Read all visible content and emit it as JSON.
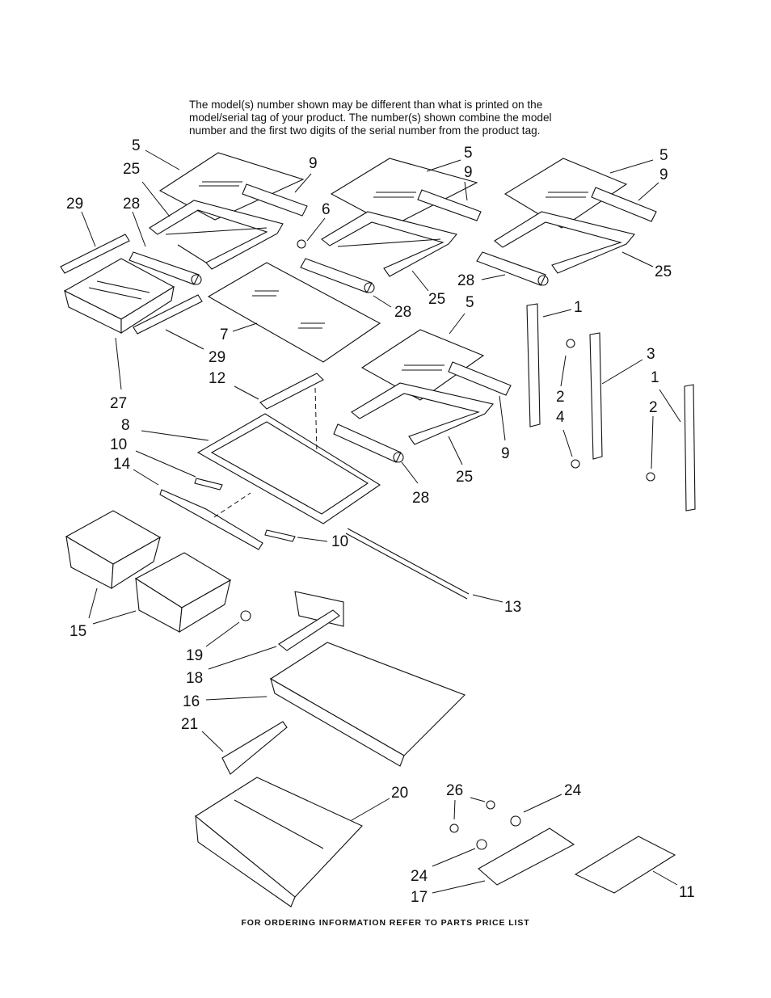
{
  "header_note": "The model(s) number shown may be different than what is printed on the\nmodel/serial tag of your product. The number(s) shown combine the model\nnumber and the first two digits of the serial number from the product tag.",
  "footer": "FOR ORDERING INFORMATION REFER TO PARTS PRICE LIST",
  "callouts": [
    {
      "id": "c5a",
      "label": "5"
    },
    {
      "id": "c25a",
      "label": "25"
    },
    {
      "id": "c29a",
      "label": "29"
    },
    {
      "id": "c28a",
      "label": "28"
    },
    {
      "id": "c9a",
      "label": "9"
    },
    {
      "id": "c6",
      "label": "6"
    },
    {
      "id": "c5b",
      "label": "5"
    },
    {
      "id": "c9b",
      "label": "9"
    },
    {
      "id": "c5c",
      "label": "5"
    },
    {
      "id": "c9c",
      "label": "9"
    },
    {
      "id": "c28b",
      "label": "28"
    },
    {
      "id": "c25b",
      "label": "25"
    },
    {
      "id": "c25c",
      "label": "25"
    },
    {
      "id": "c28c",
      "label": "28"
    },
    {
      "id": "c5d",
      "label": "5"
    },
    {
      "id": "c1a",
      "label": "1"
    },
    {
      "id": "c7",
      "label": "7"
    },
    {
      "id": "c29b",
      "label": "29"
    },
    {
      "id": "c3",
      "label": "3"
    },
    {
      "id": "c1b",
      "label": "1"
    },
    {
      "id": "c12",
      "label": "12"
    },
    {
      "id": "c27",
      "label": "27"
    },
    {
      "id": "c2a",
      "label": "2"
    },
    {
      "id": "c2b",
      "label": "2"
    },
    {
      "id": "c4",
      "label": "4"
    },
    {
      "id": "c8",
      "label": "8"
    },
    {
      "id": "c10a",
      "label": "10"
    },
    {
      "id": "c14",
      "label": "14"
    },
    {
      "id": "c9d",
      "label": "9"
    },
    {
      "id": "c25d",
      "label": "25"
    },
    {
      "id": "c28d",
      "label": "28"
    },
    {
      "id": "c10b",
      "label": "10"
    },
    {
      "id": "c13",
      "label": "13"
    },
    {
      "id": "c15",
      "label": "15"
    },
    {
      "id": "c19",
      "label": "19"
    },
    {
      "id": "c18",
      "label": "18"
    },
    {
      "id": "c16",
      "label": "16"
    },
    {
      "id": "c21",
      "label": "21"
    },
    {
      "id": "c20",
      "label": "20"
    },
    {
      "id": "c26",
      "label": "26"
    },
    {
      "id": "c24a",
      "label": "24"
    },
    {
      "id": "c24b",
      "label": "24"
    },
    {
      "id": "c17",
      "label": "17"
    },
    {
      "id": "c11",
      "label": "11"
    }
  ]
}
